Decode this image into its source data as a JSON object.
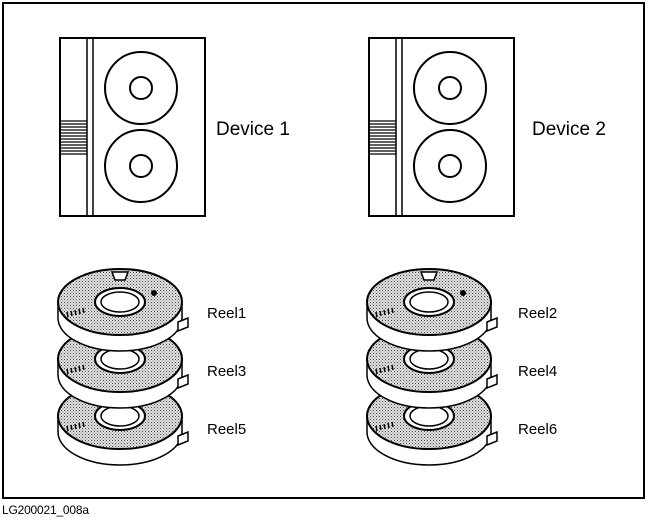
{
  "figure": {
    "devices": [
      {
        "label": "Device 1"
      },
      {
        "label": "Device 2"
      }
    ],
    "reels": [
      {
        "label": "Reel1"
      },
      {
        "label": "Reel3"
      },
      {
        "label": "Reel5"
      },
      {
        "label": "Reel2"
      },
      {
        "label": "Reel4"
      },
      {
        "label": "Reel6"
      }
    ],
    "figure_id": "LG200021_008a"
  }
}
